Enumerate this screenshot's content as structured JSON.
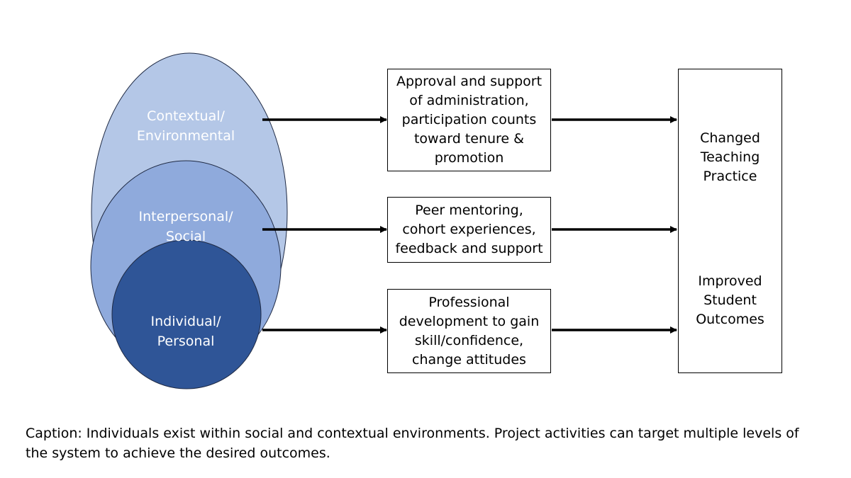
{
  "levels": {
    "outer": {
      "label": "Contextual/\nEnvironmental",
      "fill": "#b4c7e7",
      "text_color": "#ffffff"
    },
    "middle": {
      "label": "Interpersonal/\nSocial",
      "fill": "#8faadc",
      "text_color": "#ffffff"
    },
    "inner": {
      "label": "Individual/\nPersonal",
      "fill": "#2f5597",
      "text_color": "#ffffff"
    }
  },
  "activities": {
    "contextual": "Approval and support\nof administration,\nparticipation counts\ntoward tenure &\npromotion",
    "social": "Peer mentoring,\ncohort experiences,\nfeedback and support",
    "individual": "Professional\ndevelopment to gain\nskill/confidence,\nchange attitudes"
  },
  "outcomes": {
    "teaching": "Changed\nTeaching\nPractice",
    "students": "Improved\nStudent\nOutcomes"
  },
  "caption": "Caption: Individuals exist within social and contextual environments. Project activities can target multiple levels of the system to achieve the desired outcomes.",
  "colors": {
    "stroke": "#1f2a44",
    "arrow": "#000000"
  }
}
